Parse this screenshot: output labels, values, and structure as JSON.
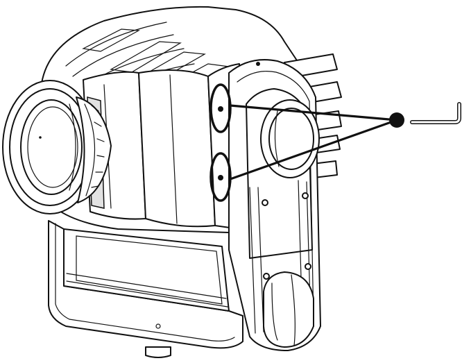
{
  "diagram": {
    "subject": "moving-head-light-fixture",
    "highlighted_parts": [
      "upper-tilt-lock-screw",
      "lower-tilt-lock-screw"
    ],
    "tool_icon": "hex-key-icon",
    "colors": {
      "line": "#111111",
      "fill": "#ffffff",
      "shade": "#dcdcdc"
    }
  }
}
